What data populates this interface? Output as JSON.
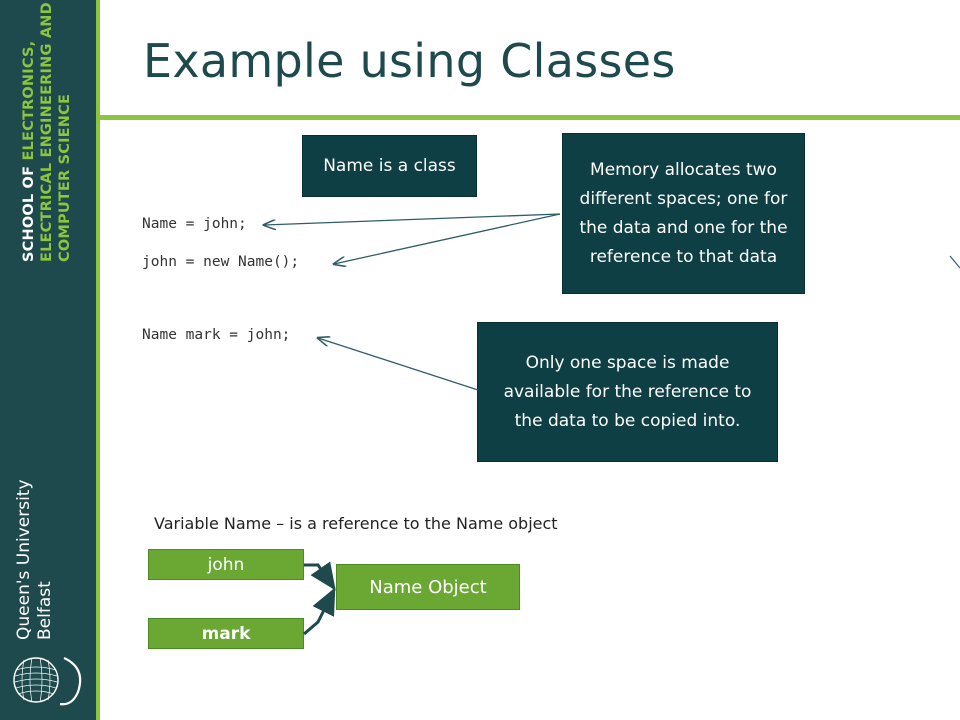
{
  "slide": {
    "title": "Example using Classes"
  },
  "branding": {
    "school_line1_white": "SCHOOL OF ",
    "school_line1_green": "ELECTRONICS,",
    "school_line2": "ELECTRICAL ENGINEERING AND",
    "school_line3": "COMPUTER SCIENCE",
    "university_line1": "Queen's University",
    "university_line2": "Belfast"
  },
  "code": {
    "line1": "Name = john;",
    "line2": "john = new Name();",
    "line3": "Name mark = john;"
  },
  "callouts": {
    "class_note": "Name is a class",
    "memory_note": "Memory allocates two different spaces; one for the data and one for the reference to that data",
    "reference_note": "Only one space is made available for the reference to the data to be copied into."
  },
  "diagram": {
    "caption": "Variable Name – is a reference to the Name object",
    "john_label": "john",
    "mark_label": "mark",
    "object_label": "Name Object"
  },
  "colors": {
    "sidebar": "#1e4a4d",
    "accent_green": "#8cc63f",
    "callout_teal": "#0e3f45",
    "box_green": "#6aa833"
  }
}
